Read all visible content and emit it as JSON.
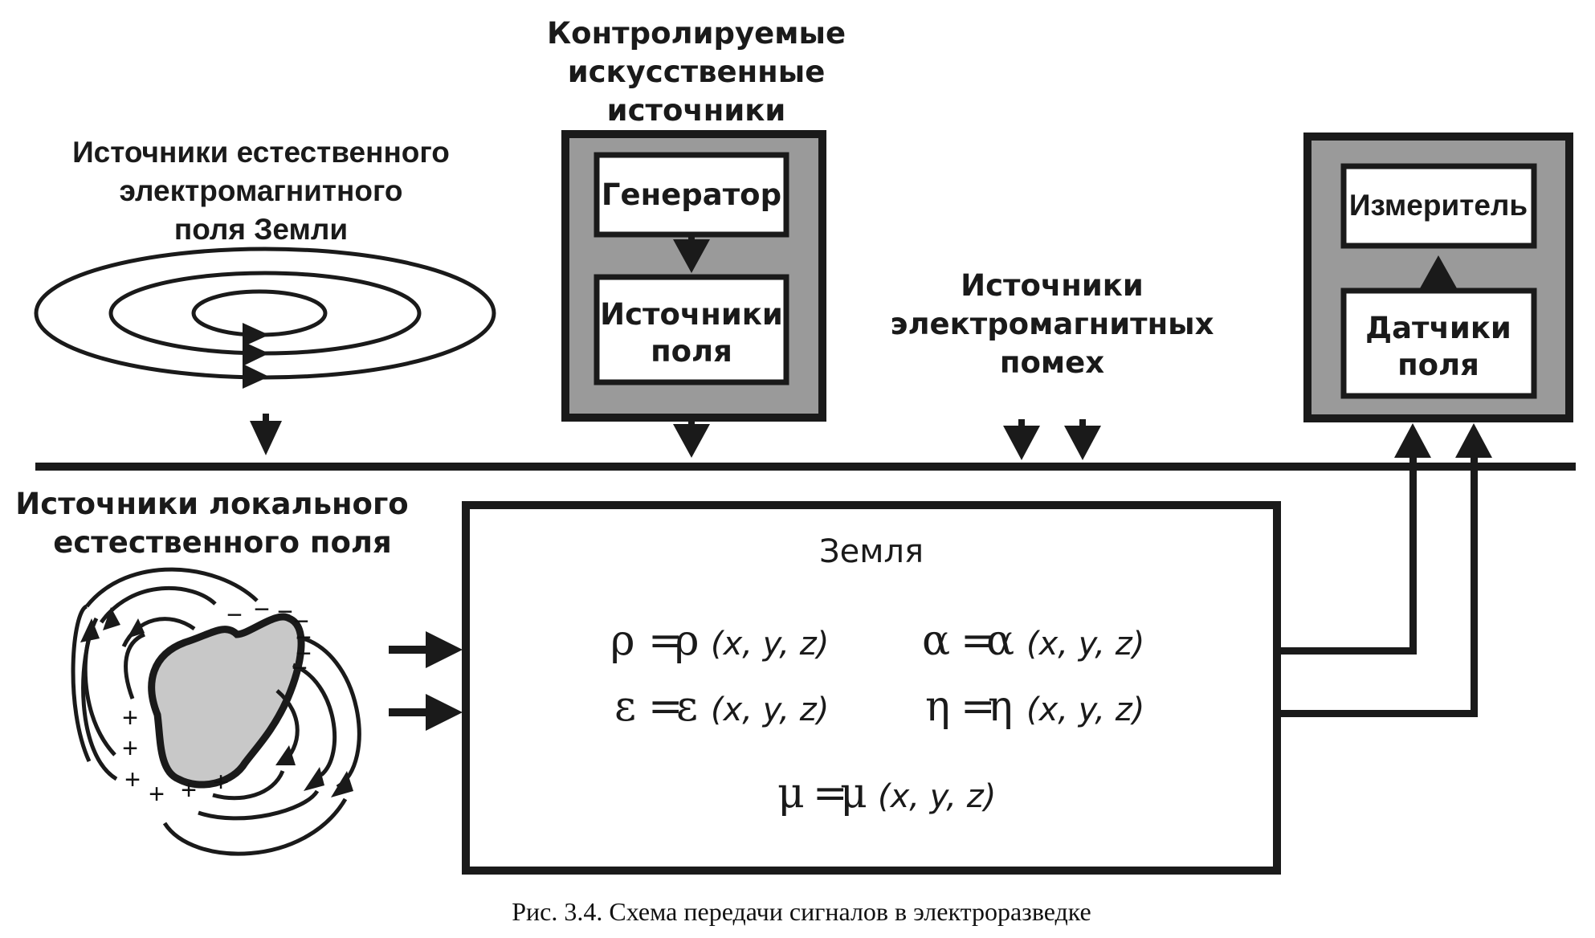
{
  "labels": {
    "natural_sources": [
      "Источники естественного",
      "электромагнитного",
      "поля Земли"
    ],
    "controlled_sources": [
      "Контролируемые",
      "искусственные",
      "источники"
    ],
    "generator": "Генератор",
    "field_sources": [
      "Источники",
      "поля"
    ],
    "noise_sources": [
      "Источники",
      "электромагнитных",
      "помех"
    ],
    "meter": "Измеритель",
    "field_sensors": [
      "Датчики",
      "поля"
    ],
    "local_sources": [
      "Источники локального",
      "естественного поля"
    ],
    "earth": "Земля"
  },
  "formulas": [
    {
      "sym": "ρ",
      "args": "(x, y, z)"
    },
    {
      "sym": "α",
      "args": "(x, y, z)"
    },
    {
      "sym": "ε",
      "args": "(x, y, z)"
    },
    {
      "sym": "η",
      "args": "(x, y, z)"
    },
    {
      "sym": "μ",
      "args": "(x, y, z)"
    }
  ],
  "equals": "=",
  "charges": {
    "plus": "+",
    "minus": "−"
  },
  "caption": "Рис. 3.4. Схема передачи сигналов в электроразведке",
  "colors": {
    "ink": "#1a1a1a",
    "gray_fill": "#9a9a9a",
    "body_fill": "#c8c8c8"
  }
}
